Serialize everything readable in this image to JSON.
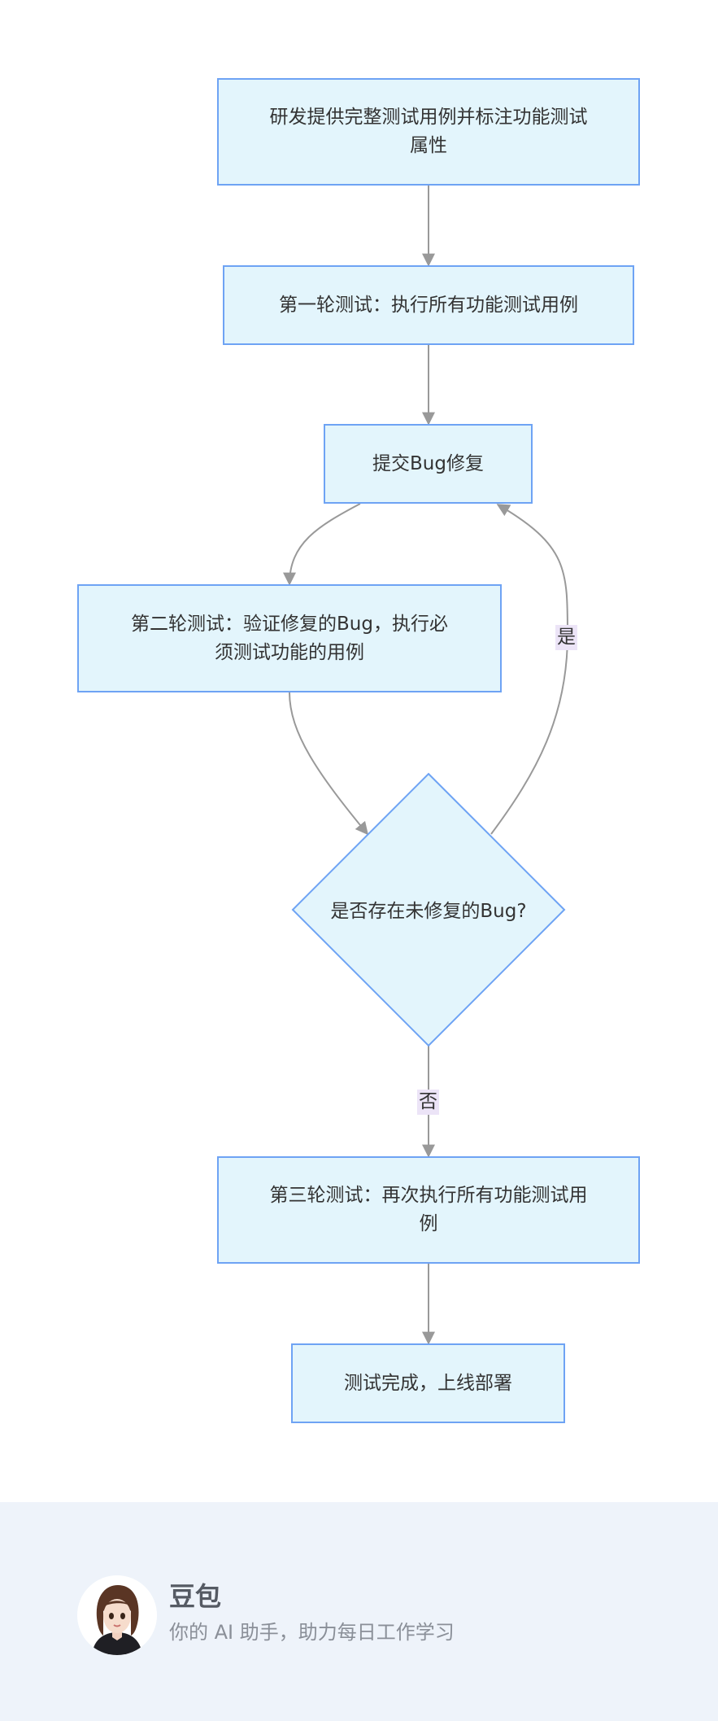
{
  "diagram": {
    "nodes": {
      "n1": "研发提供完整测试用例并标注功能测试属性",
      "n2": "第一轮测试：执行所有功能测试用例",
      "n3": "提交Bug修复",
      "n4": "第二轮测试：验证修复的Bug，执行必须测试功能的用例",
      "decision": "是否存在未修复的Bug?",
      "n5": "第三轮测试：再次执行所有功能测试用例",
      "n6": "测试完成，上线部署"
    },
    "edge_labels": {
      "yes": "是",
      "no": "否"
    },
    "colors": {
      "node_fill": "#e3f5fc",
      "node_border": "#6ea3f4",
      "edge": "#999999",
      "edge_label_bg": "#ece4f7"
    }
  },
  "footer": {
    "brand": "豆包",
    "tagline": "你的 AI 助手，助力每日工作学习",
    "avatar_icon": "doubao-avatar-icon"
  }
}
